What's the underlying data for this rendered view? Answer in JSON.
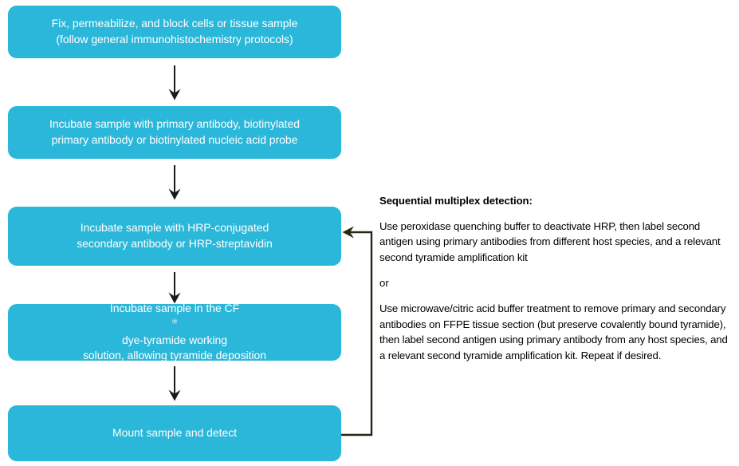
{
  "colors": {
    "box_fill": "#2ab7d9",
    "box_text": "#ffffff",
    "arrow": "#1a1a1a",
    "connector": "#2b2516",
    "note_text": "#000000",
    "background": "#ffffff"
  },
  "flowchart": {
    "steps": [
      {
        "id": "fix-permeabilize-block",
        "line1": "Fix, permeabilize, and block cells or tissue sample",
        "line2": "(follow general immunohistochemistry protocols)"
      },
      {
        "id": "incubate-primary-antibody",
        "line1": "Incubate sample with primary antibody, biotinylated",
        "line2": "primary antibody or biotinylated nucleic acid probe"
      },
      {
        "id": "incubate-hrp-secondary",
        "line1": "Incubate sample with HRP-conjugated",
        "line2": "secondary antibody or HRP-streptavidin"
      },
      {
        "id": "incubate-tyramide-working-solution",
        "line1_before_sup": "Incubate sample in the CF",
        "line1_sup": "®",
        "line1_after_sup": " dye-tyramide working",
        "line2": "solution, allowing tyramide deposition"
      },
      {
        "id": "mount-and-detect",
        "line1": "Mount sample and detect",
        "line2": ""
      }
    ],
    "arrow_icons": [
      "arrow-down-icon",
      "arrow-down-icon",
      "arrow-down-icon",
      "arrow-down-icon"
    ],
    "feedback_connector": {
      "icon": "feedback-loop-arrow-icon",
      "from_step": "mount-and-detect",
      "to_step": "incubate-hrp-secondary"
    }
  },
  "notes": {
    "heading": "Sequential multiplex detection:",
    "option_1": "Use peroxidase quenching buffer to deactivate HRP, then label second antigen using primary antibodies from different host species, and a relevant second tyramide amplification kit",
    "separator": "or",
    "option_2": "Use microwave/citric acid buffer treatment to remove primary and secondary antibodies on FFPE tissue section (but preserve covalently bound tyramide), then label second antigen using primary antibody from any host species, and a relevant second tyramide amplification kit. Repeat if desired."
  }
}
